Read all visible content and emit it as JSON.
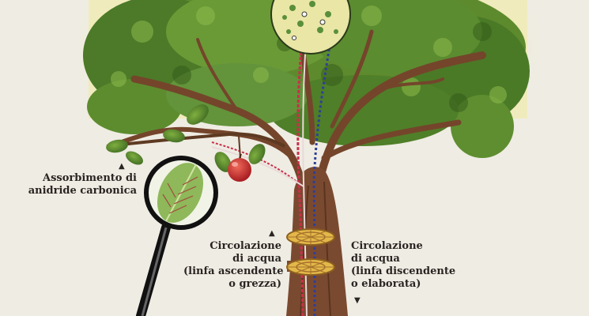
{
  "labels": {
    "co2": {
      "line1": "Assorbimento di",
      "line2": "anidride carbonica",
      "arrow": "▲"
    },
    "ascending": {
      "line1": "Circolazione",
      "line2": "di acqua",
      "line3": "(linfa ascendente",
      "line4": "o grezza)",
      "arrow": "▲"
    },
    "descending": {
      "line1": "Circolazione",
      "line2": "di acqua",
      "line3": "(linfa discendente",
      "line4": "o elaborata)",
      "arrow": "▼"
    }
  },
  "colors": {
    "background": "#efece3",
    "foliage": "#4f7a2a",
    "trunk": "#7a4a30",
    "ascending_sap": "#c8304a",
    "descending_sap": "#2d3f9a",
    "trunk_section": "#e3b84a"
  }
}
